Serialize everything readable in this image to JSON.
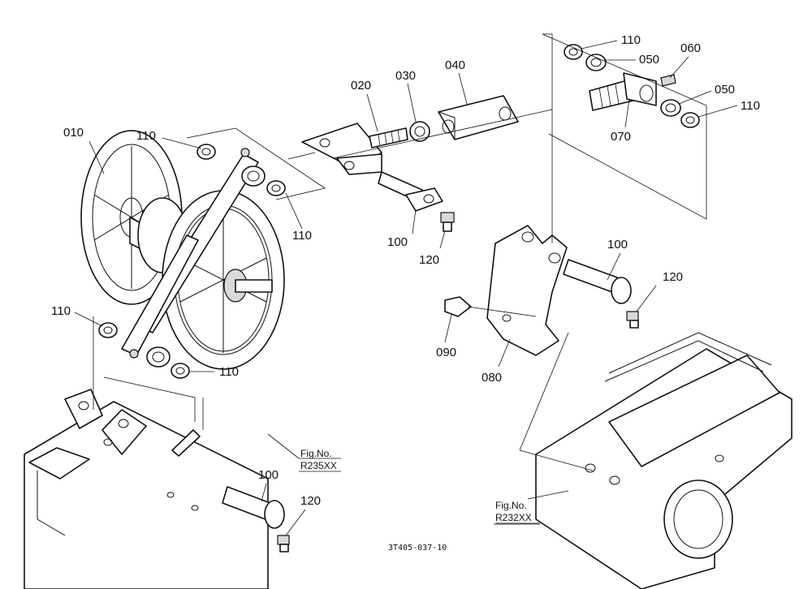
{
  "parts": {
    "p010": "010",
    "p020": "020",
    "p030": "030",
    "p040": "040",
    "p050": "050",
    "p060": "060",
    "p070": "070",
    "p080": "080",
    "p090": "090",
    "p100": "100",
    "p110": "110",
    "p120": "120"
  },
  "references": {
    "ref1_line1": "Fig.No.",
    "ref1_line2": "R235XX",
    "ref2_line1": "Fig.No.",
    "ref2_line2": "R232XX"
  },
  "drawing_code": "3T405-037-10"
}
